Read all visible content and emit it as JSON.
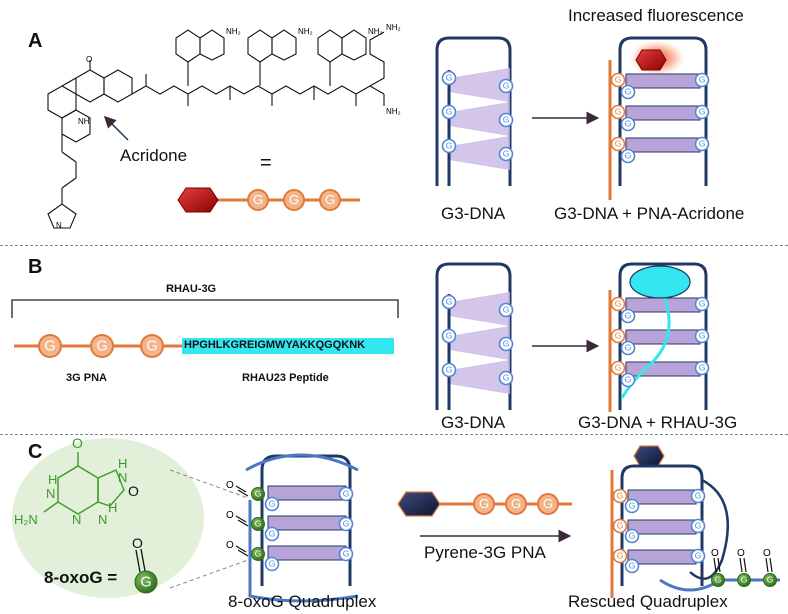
{
  "panels": {
    "A": {
      "letter": "A",
      "acridone_label": "Acridone",
      "equals": "=",
      "increased_fluorescence": "Increased fluorescence",
      "left_caption": "G3-DNA",
      "right_caption": "G3-DNA + PNA-Acridone",
      "g_letter": "G",
      "nh2": "NH₂",
      "nh": "NH",
      "n": "N",
      "o": "O"
    },
    "B": {
      "letter": "B",
      "rhau_label": "RHAU-3G",
      "peptide_sequence": "HPGHLKGREIGMWYAKKQGQKNK",
      "pna_label": "3G PNA",
      "peptide_label": "RHAU23 Peptide",
      "left_caption": "G3-DNA",
      "right_caption": "G3-DNA + RHAU-3G"
    },
    "C": {
      "letter": "C",
      "oxog_label": "8-oxoG =",
      "arrow_label": "Pyrene-3G PNA",
      "left_caption": "8-oxoG Quadruplex",
      "right_caption": "Rescued Quadruplex",
      "h": "H",
      "h2n": "H₂N"
    }
  },
  "colors": {
    "dna_strand": "#1f3864",
    "dna_strand_light": "#4a78c4",
    "g_circle": "#4f86d6",
    "pna_orange": "#e07a3a",
    "pna_g_fill": "#f3b48a",
    "tetrad_purple": "#b9a4d9",
    "acridone_red": "#c00000",
    "peptide_cyan": "#33e6f0",
    "oxog_green": "#3d7a2a",
    "oxog_bg": "#e2efd9",
    "pyrene_navy": "#2b3a67"
  }
}
